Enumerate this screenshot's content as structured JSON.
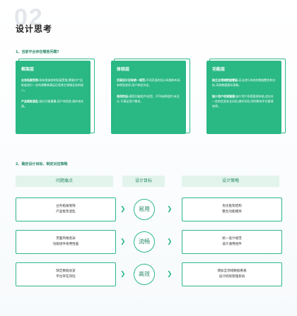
{
  "header": {
    "bg_number": "02",
    "title": "设计思考"
  },
  "section1": {
    "title": "1、当前平台存在哪些问题?"
  },
  "cards": [
    {
      "title": "框架层",
      "paras": [
        {
          "label": "业务拓展受限:",
          "text": "现有框架结构拓展受限,需要对产品框架进行一定的调整来满足后续其它领域业务的接入。"
        },
        {
          "label": "产品框架混乱:",
          "text": "部分功能重叠,用户体验差,维护成本高。"
        }
      ]
    },
    {
      "title": "体验层",
      "paras": [
        {
          "label": "页面设计没有统一规范:",
          "text": "不同页面的设计风格和布局有明显差异,用户体验欠佳。"
        },
        {
          "label": "易用性低:",
          "text": "通用功能组件(机型、OTA选择组件)未设计,不满足用户需求。"
        }
      ]
    },
    {
      "title": "功能层",
      "paras": [
        {
          "label": "缺乏全领域数据看板:",
          "text": "无法进行有效的数据整合和分析,导致数据孤岛现象。"
        },
        {
          "label": "缺少用户权限管理:",
          "text": "缺少用户权限管理系统,会存在一定的信息安全风险,操作风险,同时影响平台管理效率。"
        }
      ]
    }
  ],
  "section2": {
    "title": "2、确定设计目标、制定对应策略"
  },
  "columns": {
    "problems": "问题痛点",
    "goals": "设计目标",
    "strategies": "设计策略"
  },
  "rows": [
    {
      "problem": [
        "业务拓展受限",
        "产品框架混乱"
      ],
      "goal": "易用",
      "strategy": [
        "优化框架结构",
        "整合功能模块"
      ]
    },
    {
      "problem": [
        "页面风格各异",
        "功能组件易用性差"
      ],
      "goal": "流畅",
      "strategy": [
        "统一设计规范",
        "设计通用组件"
      ]
    },
    {
      "problem": [
        "缺乏数据总览",
        "平台存在风险"
      ],
      "goal": "高效",
      "strategy": [
        "增加全领域数据看板",
        "设计权限管理系统"
      ]
    }
  ],
  "colors": {
    "accent": "#2ab885",
    "accent_light": "#e2f4ec",
    "text_dark": "#222222"
  }
}
